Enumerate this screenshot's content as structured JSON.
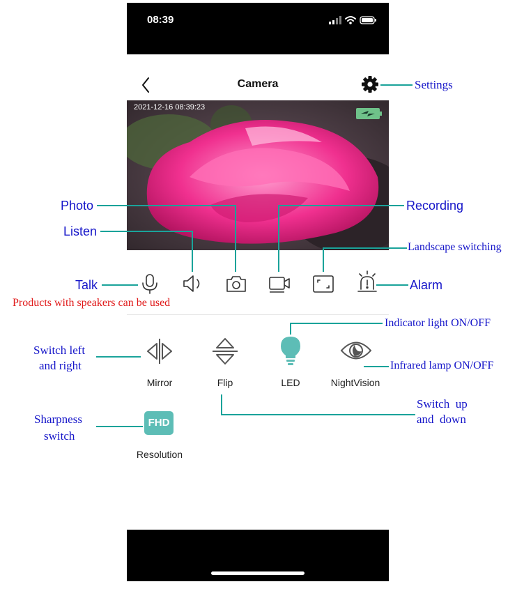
{
  "status_bar": {
    "time": "08:39"
  },
  "header": {
    "title": "Camera"
  },
  "video": {
    "timestamp": "2021-12-16 08:39:23"
  },
  "controls": {
    "mirror_label": "Mirror",
    "flip_label": "Flip",
    "led_label": "LED",
    "nightvision_label": "NightVision",
    "resolution_badge": "FHD",
    "resolution_label": "Resolution"
  },
  "annotations": {
    "settings": "Settings",
    "photo": "Photo",
    "recording": "Recording",
    "listen": "Listen",
    "landscape": "Landscape switching",
    "talk": "Talk",
    "alarm": "Alarm",
    "speakers_note": "Products with speakers can be used",
    "indicator": "Indicator light ON/OFF",
    "switch_lr_1": "Switch left",
    "switch_lr_2": "and right",
    "infrared": "Infrared lamp ON/OFF",
    "switch_ud_1": "Switch  up",
    "switch_ud_2": "and  down",
    "sharpness_1": "Sharpness",
    "sharpness_2": "switch"
  },
  "colors": {
    "accent": "#5dbdb6",
    "leader": "#1aa39a",
    "annotation": "#1515c9",
    "warning": "#e01818"
  },
  "icons": [
    "back-icon",
    "gear-icon",
    "battery-icon",
    "microphone-icon",
    "speaker-icon",
    "camera-icon",
    "video-record-icon",
    "fullscreen-icon",
    "alarm-icon",
    "mirror-icon",
    "flip-icon",
    "led-bulb-icon",
    "night-vision-eye-icon"
  ]
}
